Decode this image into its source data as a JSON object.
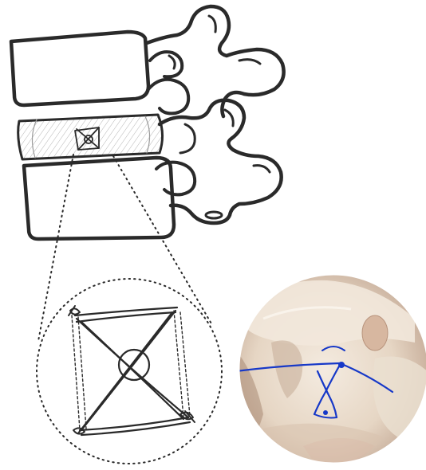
{
  "figure": {
    "panels": [
      "spine-schematic-lateral-view",
      "magnified-suture-detail",
      "intraoperative-photo-inset"
    ],
    "colors": {
      "ink": "#2a2a2a",
      "hatch": "#b5b5b5",
      "suture_blue": "#1638c8",
      "tissue_base": "#e9dccd",
      "tissue_shadow": "#b99c86",
      "tissue_pink": "#d9b6a5"
    },
    "icons": {
      "annulus_marker": "x-over-circle-icon"
    }
  }
}
